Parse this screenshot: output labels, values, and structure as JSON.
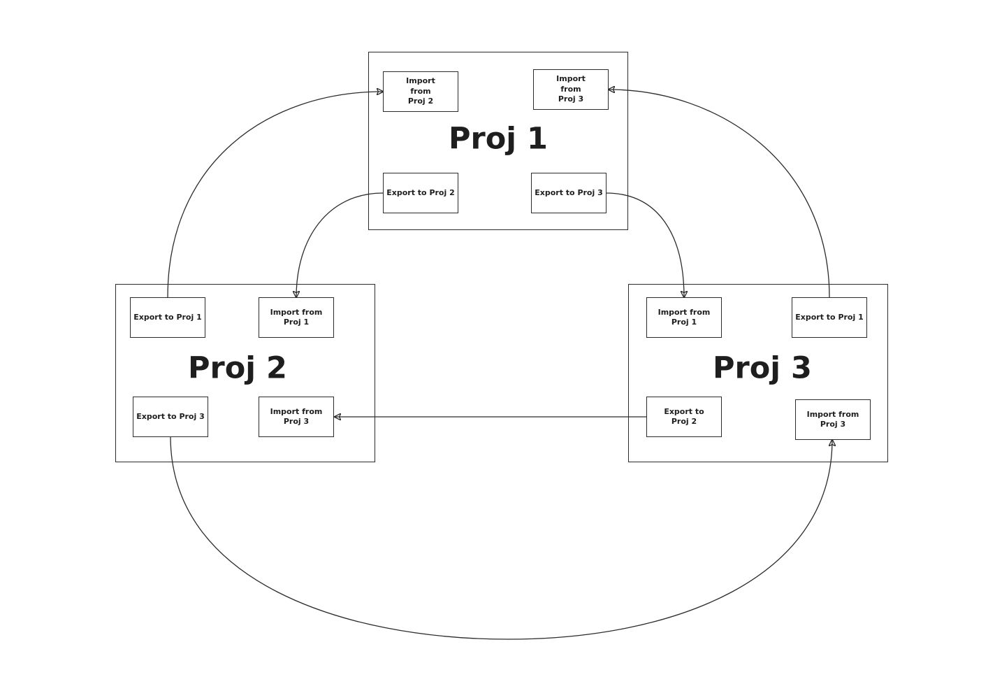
{
  "colors": {
    "stroke": "#2b2b2b",
    "text": "#1e1e1e",
    "background": "#ffffff"
  },
  "projects": {
    "proj1": {
      "title": "Proj 1",
      "import_from_proj2": "Import\nfrom\nProj 2",
      "import_from_proj3": "Import\nfrom\nProj 3",
      "export_to_proj2": "Export to Proj 2",
      "export_to_proj3": "Export to Proj 3"
    },
    "proj2": {
      "title": "Proj 2",
      "export_to_proj1": "Export to Proj 1",
      "import_from_proj1": "Import from\nProj 1",
      "export_to_proj3": "Export to Proj 3",
      "import_from_proj3": "Import from\nProj 3"
    },
    "proj3": {
      "title": "Proj 3",
      "import_from_proj1": "Import from\nProj 1",
      "export_to_proj1": "Export to Proj 1",
      "export_to_proj2": "Export to\nProj 2",
      "import_from_proj3": "Import from\nProj 3"
    }
  }
}
